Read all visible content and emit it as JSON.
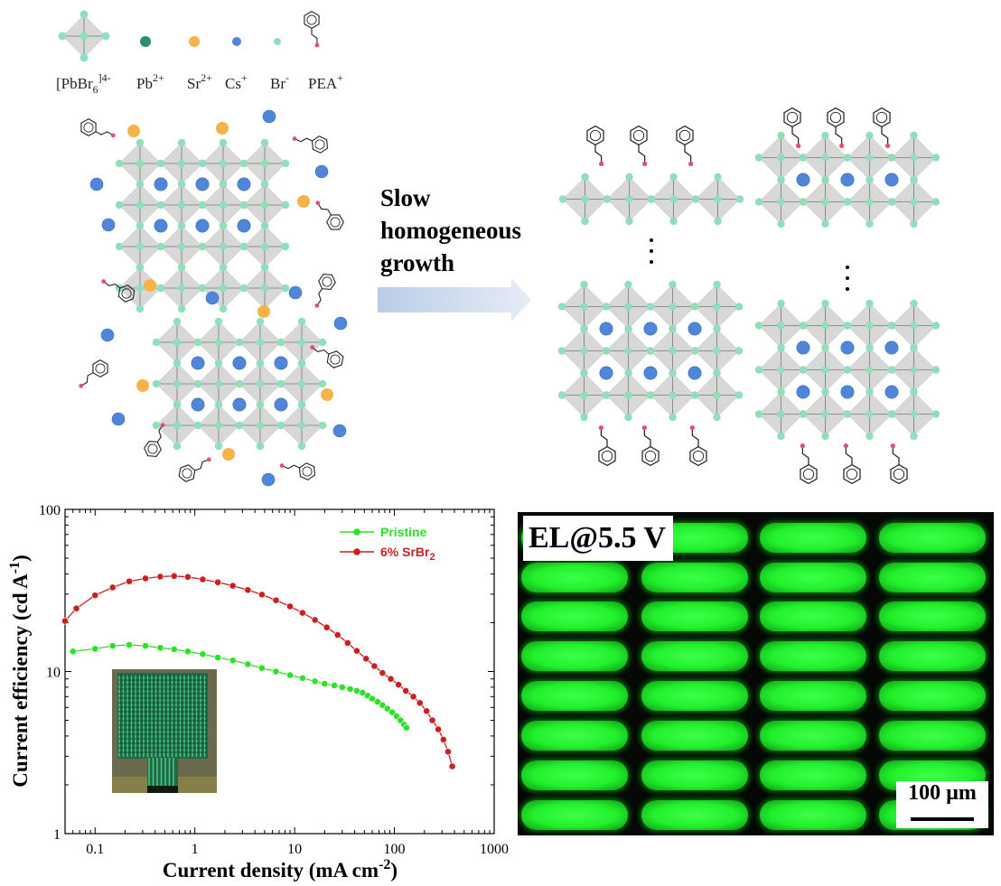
{
  "scheme": {
    "species": [
      {
        "label": "[PbBr",
        "sub": "6",
        "sup": "]4-",
        "icon": "octahedron-icon"
      },
      {
        "label": "Pb",
        "sup": "2+",
        "icon": "pb-ion-icon"
      },
      {
        "label": "Sr",
        "sup": "2+",
        "icon": "sr-ion-icon"
      },
      {
        "label": "Cs",
        "sup": "+",
        "icon": "cs-ion-icon"
      },
      {
        "label": "Br",
        "sup": "-",
        "icon": "br-ion-icon"
      },
      {
        "label": "PEA",
        "sup": "+",
        "icon": "pea-icon"
      }
    ],
    "arrow_text": [
      "Slow",
      "homogeneous",
      "growth"
    ],
    "colors": {
      "octahedron": "#d8d8d8",
      "br": "#8fe0b8",
      "pb": "#2f8f6a",
      "sr": "#f6b34a",
      "cs": "#4f86d9",
      "pea_tail": "#e4506a"
    }
  },
  "chart_data": {
    "type": "scatter",
    "xscale": "log",
    "yscale": "log",
    "xlabel": "Current density (mA cm",
    "xlabel_sup": "-2",
    "xlabel_end": ")",
    "ylabel": "Current efficiency (cd A",
    "ylabel_sup": "-1",
    "ylabel_end": ")",
    "xlim": [
      0.05,
      1000
    ],
    "ylim": [
      1,
      100
    ],
    "xticks": [
      {
        "v": 0.1,
        "t": "0.1"
      },
      {
        "v": 1,
        "t": "1"
      },
      {
        "v": 10,
        "t": "10"
      },
      {
        "v": 100,
        "t": "100"
      },
      {
        "v": 1000,
        "t": "1000"
      }
    ],
    "yticks": [
      {
        "v": 1,
        "t": "1"
      },
      {
        "v": 10,
        "t": "10"
      },
      {
        "v": 100,
        "t": "100"
      }
    ],
    "series": [
      {
        "name": "Pristine",
        "color": "#2ee02a",
        "points": [
          [
            0.06,
            13.3
          ],
          [
            0.1,
            13.8
          ],
          [
            0.15,
            14.4
          ],
          [
            0.22,
            14.6
          ],
          [
            0.32,
            14.4
          ],
          [
            0.45,
            14.0
          ],
          [
            0.62,
            13.7
          ],
          [
            0.85,
            13.3
          ],
          [
            1.2,
            12.8
          ],
          [
            1.7,
            12.2
          ],
          [
            2.4,
            11.7
          ],
          [
            3.4,
            11.1
          ],
          [
            4.7,
            10.5
          ],
          [
            6.5,
            10.0
          ],
          [
            9.0,
            9.5
          ],
          [
            12,
            9.1
          ],
          [
            16,
            8.7
          ],
          [
            20,
            8.4
          ],
          [
            25,
            8.2
          ],
          [
            30,
            8.0
          ],
          [
            36,
            7.8
          ],
          [
            42,
            7.6
          ],
          [
            48,
            7.4
          ],
          [
            54,
            7.1
          ],
          [
            60,
            6.8
          ],
          [
            68,
            6.5
          ],
          [
            76,
            6.2
          ],
          [
            85,
            5.9
          ],
          [
            95,
            5.6
          ],
          [
            105,
            5.3
          ],
          [
            115,
            5.0
          ],
          [
            125,
            4.7
          ],
          [
            132,
            4.5
          ]
        ]
      },
      {
        "name": "6% SrBr",
        "name_sub": "2",
        "color": "#cc1f1f",
        "points": [
          [
            0.05,
            20.5
          ],
          [
            0.065,
            24.5
          ],
          [
            0.1,
            29.5
          ],
          [
            0.15,
            33.0
          ],
          [
            0.22,
            36.0
          ],
          [
            0.32,
            37.5
          ],
          [
            0.45,
            38.5
          ],
          [
            0.62,
            38.8
          ],
          [
            0.85,
            38.3
          ],
          [
            1.2,
            37.0
          ],
          [
            1.7,
            35.5
          ],
          [
            2.4,
            33.8
          ],
          [
            3.4,
            31.8
          ],
          [
            4.7,
            29.8
          ],
          [
            6.5,
            27.5
          ],
          [
            9.0,
            25.2
          ],
          [
            12,
            23.0
          ],
          [
            16,
            20.8
          ],
          [
            21,
            18.7
          ],
          [
            27,
            16.8
          ],
          [
            34,
            15.0
          ],
          [
            42,
            13.4
          ],
          [
            52,
            12.0
          ],
          [
            63,
            10.8
          ],
          [
            76,
            9.8
          ],
          [
            92,
            9.0
          ],
          [
            110,
            8.3
          ],
          [
            130,
            7.6
          ],
          [
            155,
            7.0
          ],
          [
            180,
            6.4
          ],
          [
            210,
            5.7
          ],
          [
            240,
            5.0
          ],
          [
            275,
            4.4
          ],
          [
            310,
            3.8
          ],
          [
            345,
            3.2
          ],
          [
            380,
            2.6
          ]
        ]
      }
    ]
  },
  "micrograph": {
    "label": "EL@5.5 V",
    "scale_text": "100 µm"
  }
}
